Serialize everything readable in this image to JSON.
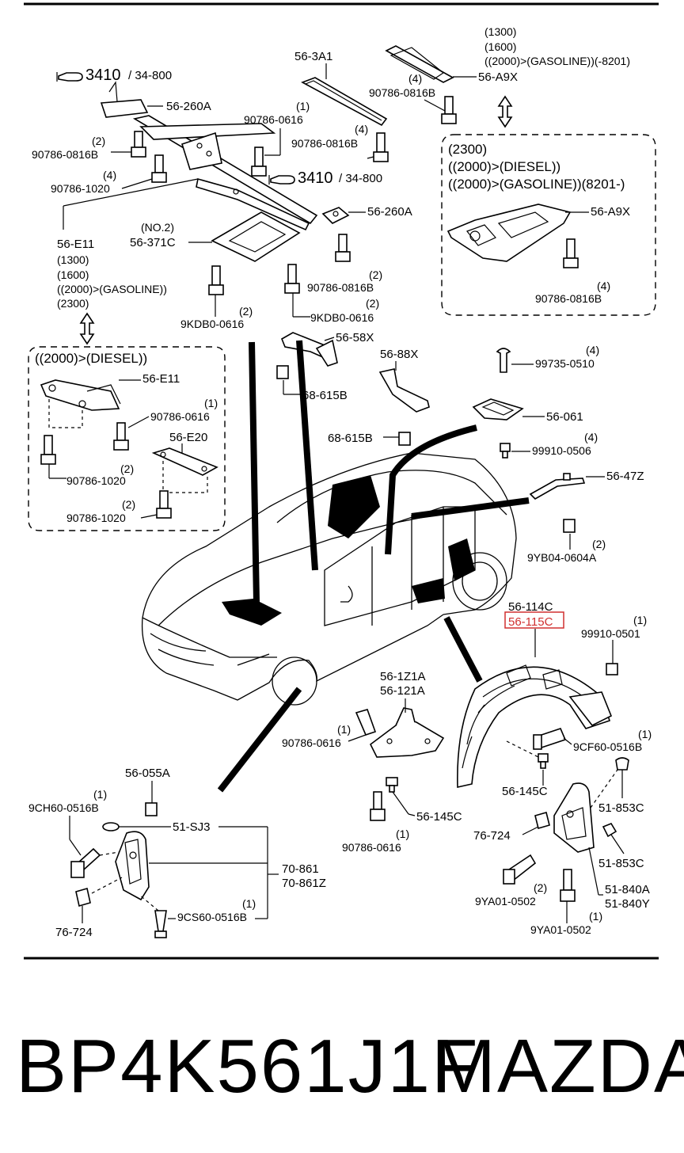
{
  "labels": {
    "ref_3410_a": "3410",
    "ref_34800_a": "/ 34-800",
    "ref_3410_b": "3410",
    "ref_34800_b": "/ 34-800",
    "p_56_3A1": "56-3A1",
    "p_1300_top": "(1300)",
    "p_1600_top": "(1600)",
    "p_2000_gas_top": "((2000)>(GASOLINE))(-8201)",
    "q4_a9x": "(4)",
    "p_56_A9X_top": "56-A9X",
    "p_90786_0816B_top": "90786-0816B",
    "p_56_260A_a": "56-260A",
    "q1_0616": "(1)",
    "p_90786_0616": "90786-0616",
    "q2_0816": "(2)",
    "p_90786_0816B_a": "90786-0816B",
    "q4_0816": "(4)",
    "p_90786_0816B_b": "90786-0816B",
    "q4_1020": "(4)",
    "p_90786_1020": "90786-1020",
    "p_no2": "(NO.2)",
    "p_56_371C": "56-371C",
    "p_56_260A_b": "56-260A",
    "p_56_E11": "56-E11",
    "p_1300": "(1300)",
    "p_1600": "(1600)",
    "p_2000_gas": "((2000)>(GASOLINE))",
    "p_2300": "(2300)",
    "q2_0816c": "(2)",
    "p_90786_0816B_c": "90786-0816B",
    "q2_kdb_b": "(2)",
    "p_9KDB0_0616_b": "9KDB0-0616",
    "q2_kdb_a": "(2)",
    "p_9KDB0_0616_a": "9KDB0-0616",
    "box_2300": "(2300)",
    "box_diesel": "((2000)>(DIESEL))",
    "box_gas": "((2000)>(GASOLINE))(8201-)",
    "p_56_A9X_box": "56-A9X",
    "q4_box": "(4)",
    "p_90786_0816B_box": "90786-0816B",
    "diesel_box": "((2000)>(DIESEL))",
    "p_56_E11_d": "56-E11",
    "q1_d": "(1)",
    "p_90786_0616_d": "90786-0616",
    "p_56_E20": "56-E20",
    "q2_d1": "(2)",
    "p_90786_1020_d1": "90786-1020",
    "q2_d2": "(2)",
    "p_90786_1020_d2": "90786-1020",
    "p_56_58X": "56-58X",
    "p_68_615B_a": "68-615B",
    "p_56_88X": "56-88X",
    "p_68_615B_b": "68-615B",
    "q4_99735": "(4)",
    "p_99735_0510": "99735-0510",
    "p_56_061": "56-061",
    "q4_99910": "(4)",
    "p_99910_0506": "99910-0506",
    "p_56_47Z": "56-47Z",
    "q2_yb04": "(2)",
    "p_9YB04_0604A": "9YB04-0604A",
    "p_56_114C": "56-114C",
    "p_56_115C": "56-115C",
    "q1_99910": "(1)",
    "p_99910_0501": "99910-0501",
    "p_56_1Z1A": "56-1Z1A",
    "p_56_121A": "56-121A",
    "q1_0616b": "(1)",
    "p_90786_0616_b": "90786-0616",
    "q1_cf60": "(1)",
    "p_9CF60_0516B": "9CF60-0516B",
    "p_56_145C_a": "56-145C",
    "p_56_145C_b": "56-145C",
    "q1_0616c": "(1)",
    "p_90786_0616_c": "90786-0616",
    "p_51_853C_a": "51-853C",
    "p_76_724_a": "76-724",
    "p_51_853C_b": "51-853C",
    "p_51_840A": "51-840A",
    "p_51_840Y": "51-840Y",
    "q2_ya01": "(2)",
    "p_9YA01_0502_a": "9YA01-0502",
    "q1_ya01": "(1)",
    "p_9YA01_0502_b": "9YA01-0502",
    "p_56_055A": "56-055A",
    "q1_ch60": "(1)",
    "p_9CH60_0516B": "9CH60-0516B",
    "p_51_SJ3": "51-SJ3",
    "p_70_861": "70-861",
    "p_70_861Z": "70-861Z",
    "q1_cs60": "(1)",
    "p_9CS60_0516B": "9CS60-0516B",
    "p_76_724_b": "76-724"
  },
  "footer": {
    "part_number": "BP4K561J1F",
    "brand": "MAZDA"
  },
  "colors": {
    "highlight": "#d03030",
    "ink": "#000000",
    "background": "#ffffff"
  }
}
